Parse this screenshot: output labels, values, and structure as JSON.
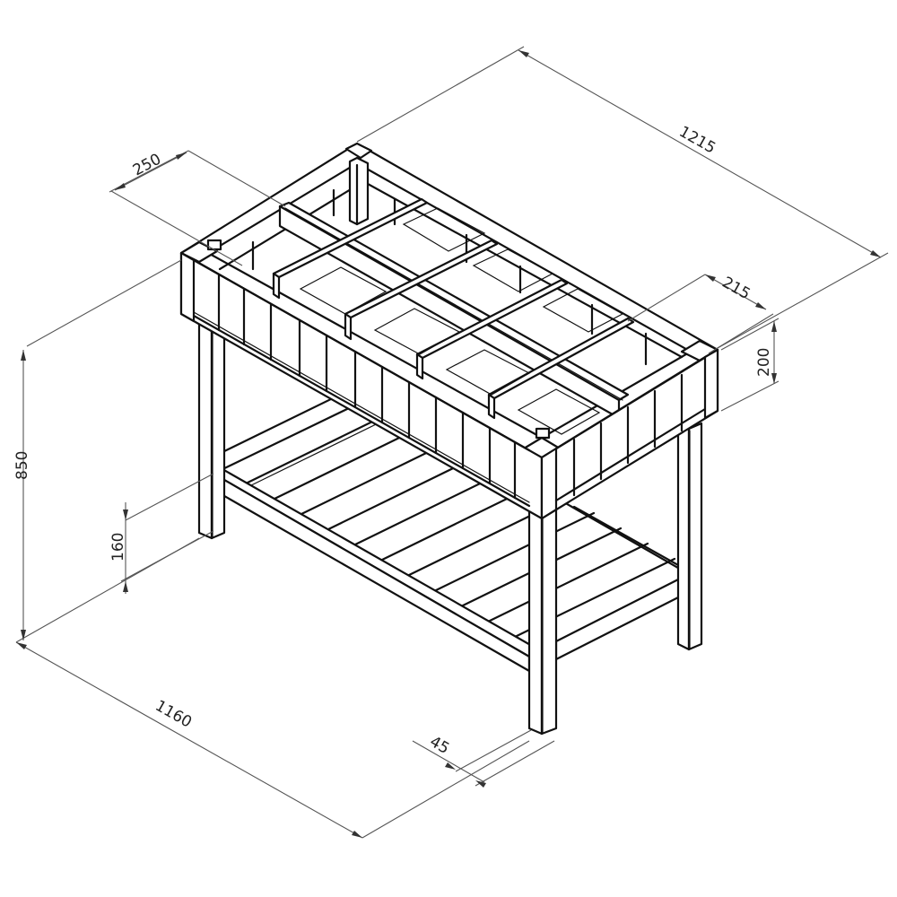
{
  "drawing": {
    "title": "Raised planter table with slatted lower shelf - isometric dimension drawing",
    "units": "mm",
    "line_color": "#111111",
    "dimension_color": "#555555",
    "background": "#ffffff"
  },
  "dimensions": {
    "overall_length": {
      "label": "1215",
      "description": "overall length of planter box"
    },
    "overall_width": {
      "label": "1160",
      "description": "overall footprint length at base"
    },
    "overall_height": {
      "label": "850",
      "description": "total height"
    },
    "compartment_width": {
      "label": "250",
      "description": "compartment width"
    },
    "box_depth_compartment": {
      "label": "215",
      "description": "compartment depth"
    },
    "box_height": {
      "label": "200",
      "description": "planter box height"
    },
    "shelf_clearance": {
      "label": "160",
      "description": "lower shelf height from ground"
    },
    "leg_size": {
      "label": "45",
      "description": "leg thickness"
    }
  },
  "features": {
    "compartments": 8,
    "legs": 4,
    "lower_shelf_slats": 11
  }
}
